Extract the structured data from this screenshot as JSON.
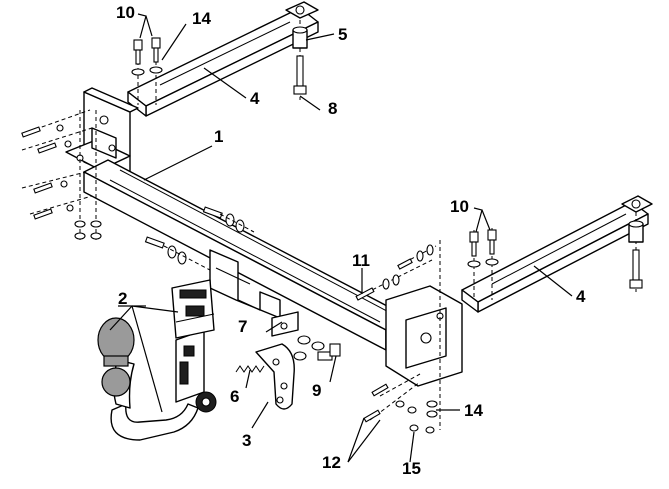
{
  "callouts": [
    {
      "key": "c1",
      "label": "1"
    },
    {
      "key": "c2",
      "label": "2"
    },
    {
      "key": "c3",
      "label": "3"
    },
    {
      "key": "c4a",
      "label": "4"
    },
    {
      "key": "c4b",
      "label": "4"
    },
    {
      "key": "c5",
      "label": "5"
    },
    {
      "key": "c6",
      "label": "6"
    },
    {
      "key": "c7",
      "label": "7"
    },
    {
      "key": "c8",
      "label": "8"
    },
    {
      "key": "c9",
      "label": "9"
    },
    {
      "key": "c10a",
      "label": "10"
    },
    {
      "key": "c10b",
      "label": "10"
    },
    {
      "key": "c11",
      "label": "11"
    },
    {
      "key": "c12",
      "label": "12"
    },
    {
      "key": "c14a",
      "label": "14"
    },
    {
      "key": "c14b",
      "label": "14"
    },
    {
      "key": "c15",
      "label": "15"
    }
  ]
}
